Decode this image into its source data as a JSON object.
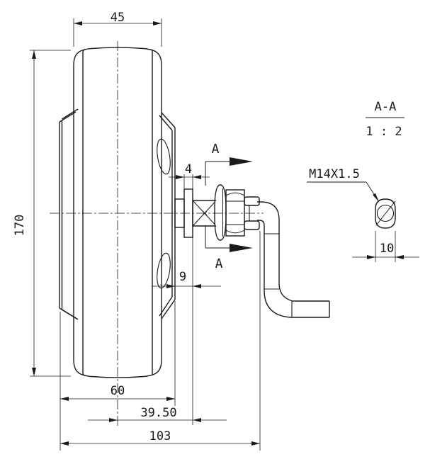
{
  "drawing": {
    "colors": {
      "line": "#1a1a1a",
      "background": "#ffffff"
    },
    "section_view": {
      "title": "A-A",
      "scale": "1 : 2",
      "thread_callout": "M14X1.5",
      "tube_width_dim": "10"
    },
    "section_cut_label": {
      "top": "A",
      "bottom": "A"
    },
    "dimensions": {
      "tire_width": "45",
      "overall_height": "170",
      "flange_step": "4",
      "hub_offset": "9",
      "drum_width": "60",
      "center_to_mount_face": "39.50",
      "overall_length": "103"
    }
  }
}
